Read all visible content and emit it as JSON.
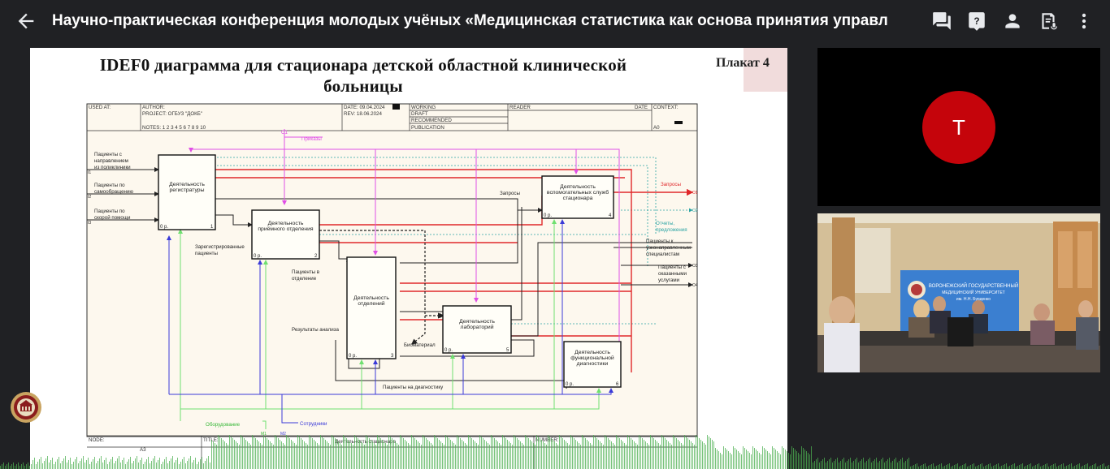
{
  "header": {
    "title": "Научно-практическая конференция молодых учёных «Медицинская статистика как основа принятия управл"
  },
  "icons": {
    "back": "arrow-back-icon",
    "chat": "chat-icon",
    "qa": "question-answer-icon",
    "people": "person-icon",
    "transcript": "transcript-icon",
    "more": "more-vert-icon"
  },
  "slide": {
    "title_line1": "IDEF0 диаграмма для стационара детской областной клинической",
    "title_line2": "больницы",
    "poster": "Плакат 4",
    "frame": {
      "used_at": "USED AT:",
      "author": "AUTHOR:",
      "project": "PROJECT:  ОГБУЗ \"ДОКБ\"",
      "notes": "NOTES:  1  2  3  4  5  6  7  8  9  10",
      "date": "DATE: 09.04.2024",
      "rev": "REV:  18.06.2024",
      "working": "WORKING",
      "draft": "DRAFT",
      "recommended": "RECOMMENDED",
      "publication": "PUBLICATION",
      "reader": "READER",
      "date2": "DATE",
      "context": "CONTEXT:",
      "context_node": "A0",
      "node": "NODE:",
      "node_value": "A3",
      "title_cell": "TITLE:",
      "title_value": "Деятельность стационара",
      "number": "NUMBER:"
    },
    "blocks": {
      "registry": "Деятельность регистратуры",
      "admission": "Деятельность приёмного отделения",
      "departments": "Деятельность отделений",
      "aux_services": "Деятельность вспомогательных служб стационара",
      "labs": "Деятельность лабораторий",
      "functional": "Деятельность функциональной диагностики"
    },
    "block_numbers": {
      "registry": "1",
      "admission": "2",
      "departments": "3",
      "aux_services": "4",
      "labs": "5",
      "functional": "6"
    },
    "block_cost": "0 р.",
    "arrows": {
      "c1": "C1",
      "orders": "Приказы",
      "i1_line1": "Пациенты с",
      "i1_line2": "направлением",
      "i1_line3": "из поликлиники",
      "i2_line1": "Пациенты по",
      "i2_line2": "самообращению",
      "i3_line1": "Пациенты по",
      "i3_line2": "скорой помощи",
      "i1": "I1",
      "i2": "I2",
      "i3": "I3",
      "registered_line1": "Зарегистрированные",
      "registered_line2": "пациенты",
      "patients_dept_line1": "Пациенты в",
      "patients_dept_line2": "отделение",
      "analysis_results": "Результаты анализа",
      "biomaterial": "Биоматериал",
      "patients_diag": "Пациенты на диагностику",
      "requests_mid": "Запросы",
      "requests_out": "Запросы",
      "o1": "O1",
      "reports_line1": "Отчеты,",
      "reports_line2": "предложения",
      "o2": "O2",
      "narrow_line1": "Пациенты к",
      "narrow_line2": "узконаправленным",
      "narrow_line3": "специалистам",
      "o3": "O3",
      "served_line1": "Пациенты с",
      "served_line2": "оказанными",
      "served_line3": "услугами",
      "o4": "O4",
      "equipment": "Оборудование",
      "m1": "M1",
      "staff": "Сотрудники",
      "m2": "M2"
    }
  },
  "participants": {
    "avatar_letter": "T",
    "room_banner_line1": "ВОРОНЕЖСКИЙ ГОСУДАРСТВЕННЫЙ",
    "room_banner_line2": "МЕДИЦИНСКИЙ УНИВЕРСИТЕТ",
    "room_banner_line3": "им. Н.Н. Бурденко"
  },
  "colors": {
    "background": "#202124",
    "avatar": "#c5040b",
    "arrow_red": "#e0282a",
    "arrow_magenta": "#e04fe6",
    "arrow_green": "#6fe070",
    "arrow_blue": "#3a3ad8",
    "arrow_teal": "#2aa3a3",
    "waveform": "#4caf50"
  }
}
